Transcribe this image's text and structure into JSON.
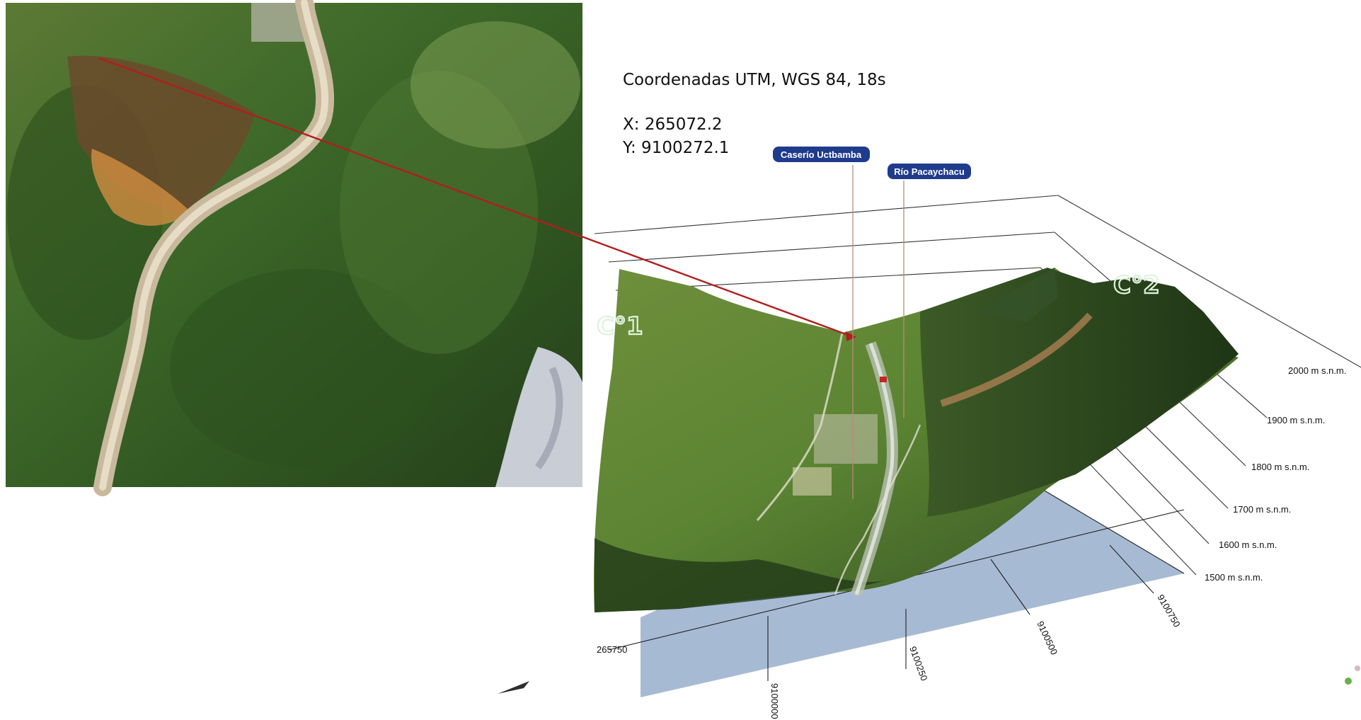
{
  "coords": {
    "system": "Coordenadas UTM, WGS 84, 18s",
    "x": "X: 265072.2",
    "y": "Y: 9100272.1"
  },
  "places": {
    "village": "Caserío Uctbamba",
    "river": "Río Pacaychacu"
  },
  "peaks": {
    "left": "C°1",
    "right": "C°2"
  },
  "elevations": [
    "2000 m s.n.m.",
    "1900 m s.n.m.",
    "1800 m s.n.m.",
    "1700 m s.n.m.",
    "1600 m s.n.m.",
    "1500 m s.n.m."
  ],
  "easting_ticks": [
    "265750"
  ],
  "northing_ticks": [
    "9100000",
    "9100250",
    "9100500",
    "9100750"
  ],
  "colors": {
    "pointer": "#b01e1e",
    "base_plane": "#a7bad3",
    "place_badge": "#1f3b8c",
    "peak_outline": "#dff2dc"
  }
}
